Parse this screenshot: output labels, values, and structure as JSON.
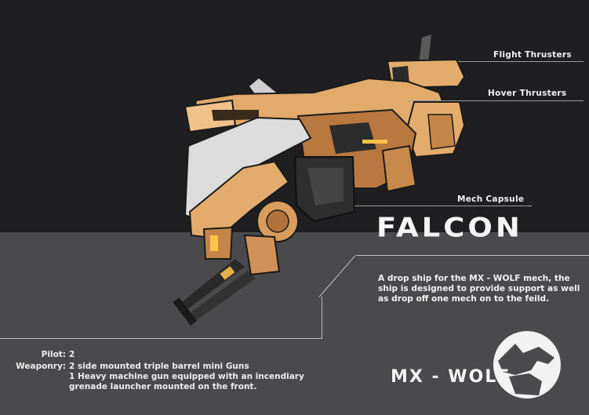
{
  "callouts": {
    "flight_thrusters": "Flight Thrusters",
    "hover_thrusters": "Hover Thrusters",
    "mech_capsule": "Mech Capsule"
  },
  "title": "FALCON",
  "description": "A drop ship for the MX - WOLF mech, the ship is designed to provide support as well as drop off one mech on to the feild.",
  "specs": {
    "pilot_label": "Pilot:",
    "pilot_value": "2",
    "weaponry_label": "Weaponry:",
    "weaponry_line1": "2 side mounted triple barrel mini Guns",
    "weaponry_line2": "1 Heavy machine gun equipped with an incendiary",
    "weaponry_line3": "grenade launcher mounted on the front."
  },
  "brand": "MX - WOLF",
  "icons": {
    "ship": "dropship-falcon-illustration",
    "logo": "wolf-head-logo-icon"
  },
  "colors": {
    "background_dark": "#1f1f21",
    "background_light": "#4a4a4c",
    "hull_tan": "#e0a86a",
    "hull_dark": "#a5683a",
    "hull_white": "#d9d9d9",
    "glow": "#ffc24a"
  }
}
